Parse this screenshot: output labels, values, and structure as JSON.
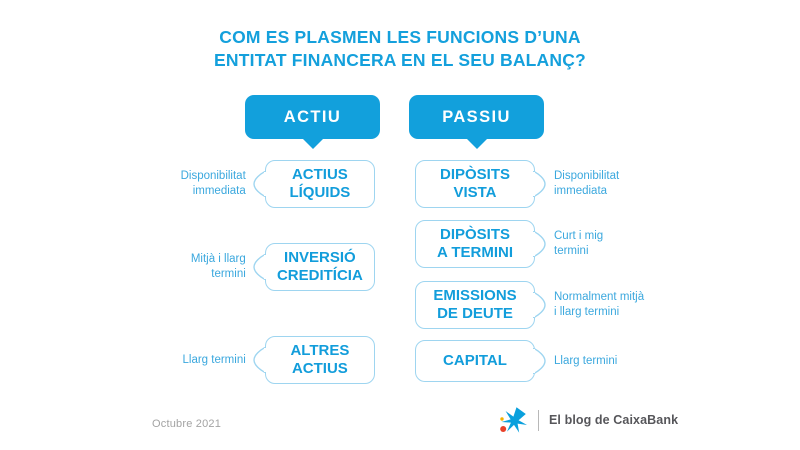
{
  "title": {
    "line1": "COM ES PLASMEN LES FUNCIONS D’UNA",
    "line2": "ENTITAT FINANCERA EN EL SEU BALANÇ?"
  },
  "columns": {
    "left_header": "ACTIU",
    "right_header": "PASSIU"
  },
  "colors": {
    "brand_blue": "#12a0dc",
    "box_text_blue": "#129ddb",
    "box_border_blue": "#9ed5f0",
    "side_label_blue": "#3ba8de",
    "footer_gray": "#a3a3a3",
    "brand_text_gray": "#56565a",
    "logo_blue": "#0aa0dd",
    "logo_red": "#e8412a",
    "logo_yellow": "#f5b100"
  },
  "left_items": [
    {
      "label_line1": "ACTIUS",
      "label_line2": "LÍQUIDS",
      "side_line1": "Disponibilitat",
      "side_line2": "immediata"
    },
    {
      "label_line1": "INVERSIÓ",
      "label_line2": "CREDITÍCIA",
      "side_line1": "Mitjà i llarg",
      "side_line2": "termini"
    },
    {
      "label_line1": "ALTRES",
      "label_line2": "ACTIUS",
      "side_line1": "Llarg termini",
      "side_line2": ""
    }
  ],
  "right_items": [
    {
      "label_line1": "DIPÒSITS",
      "label_line2": "VISTA",
      "side_line1": "Disponibilitat",
      "side_line2": "immediata"
    },
    {
      "label_line1": "DIPÒSITS",
      "label_line2": "A TERMINI",
      "side_line1": "Curt i mig",
      "side_line2": "termini"
    },
    {
      "label_line1": "EMISSIONS",
      "label_line2": "DE DEUTE",
      "side_line1": "Normalment mitjà",
      "side_line2": "i llarg termini"
    },
    {
      "label_line1": "CAPITAL",
      "label_line2": "",
      "side_line1": "Llarg termini",
      "side_line2": ""
    }
  ],
  "footer": {
    "date": "Octubre 2021",
    "brand_text": "El blog de CaixaBank"
  }
}
